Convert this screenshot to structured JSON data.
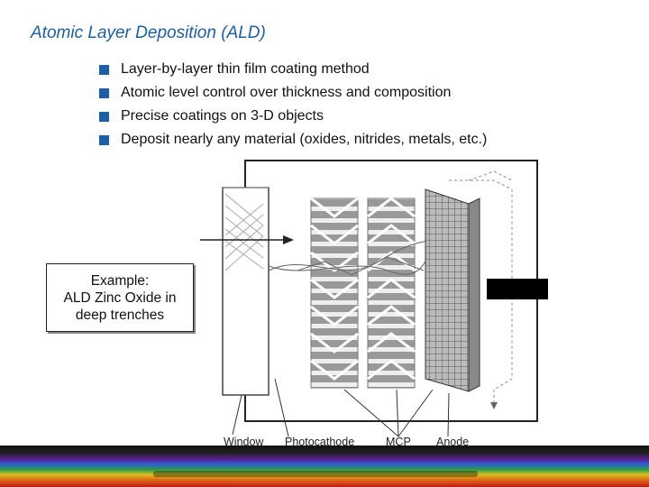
{
  "slide": {
    "title": "Atomic Layer Deposition (ALD)",
    "bullets": [
      "Layer-by-layer thin film coating method",
      "Atomic level control over thickness and composition",
      "Precise coatings on 3-D objects",
      "Deposit nearly any material (oxides, nitrides, metals, etc.)"
    ],
    "example_box": {
      "line1": "Example:",
      "line2": "ALD Zinc Oxide in",
      "line3": "deep trenches"
    },
    "diagram_labels": {
      "window": "Window",
      "photocathode": "Photocathode",
      "mcp": "MCP",
      "anode": "Anode"
    },
    "colors": {
      "title": "#1a5fa8",
      "bullet_marker": "#1a5fa8"
    }
  }
}
